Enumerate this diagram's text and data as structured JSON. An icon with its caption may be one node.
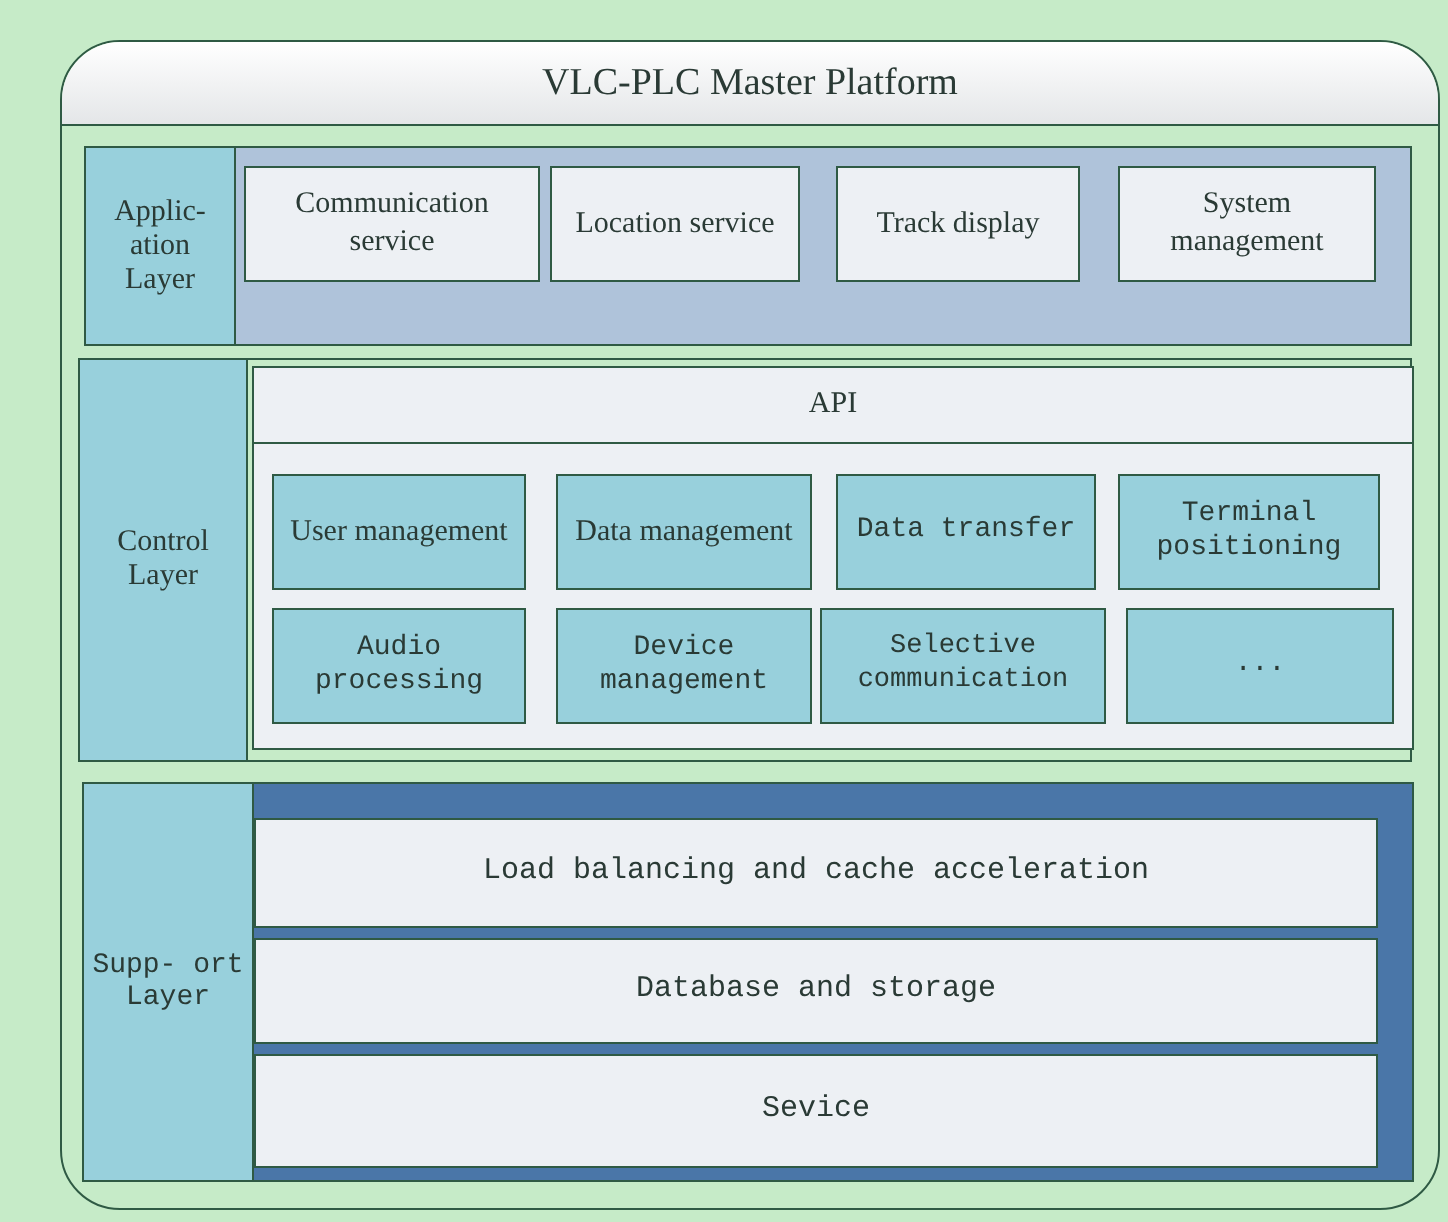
{
  "diagram": {
    "nodes": [
      {
        "text": [
          "VLC-PLC Master Platform"
        ]
      },
      {
        "text": [
          "Applic- ation Layer"
        ],
        "in": 0
      },
      {
        "text": [
          "Communication service"
        ],
        "in": 1
      },
      {
        "text": [
          "Location service"
        ],
        "in": 1
      },
      {
        "text": [
          "Track display"
        ],
        "in": 1
      },
      {
        "text": [
          "System management"
        ],
        "in": 1
      },
      {
        "text": [
          "Control Layer"
        ],
        "in": 0
      },
      {
        "text": [
          "API"
        ],
        "in": 6
      },
      {
        "text": [
          "User management"
        ],
        "in": 7
      },
      {
        "text": [
          "Data management"
        ],
        "in": 7
      },
      {
        "text": [
          "Data transfer"
        ],
        "in": 7
      },
      {
        "text": [
          "Terminal positioning"
        ],
        "in": 7
      },
      {
        "text": [
          "Audio processing"
        ],
        "in": 7
      },
      {
        "text": [
          "Device management"
        ],
        "in": 7
      },
      {
        "text": [
          "Selective communication"
        ],
        "in": 7
      },
      {
        "text": [
          "..."
        ],
        "in": 7
      },
      {
        "text": [
          "Supp- ort Layer"
        ],
        "in": 0
      },
      {
        "text": [
          "Load balancing and cache acceleration"
        ],
        "in": 16
      },
      {
        "text": [
          "Database and storage"
        ],
        "in": 16
      },
      {
        "text": [
          "Sevice"
        ],
        "in": 16
      }
    ],
    "edges": []
  }
}
